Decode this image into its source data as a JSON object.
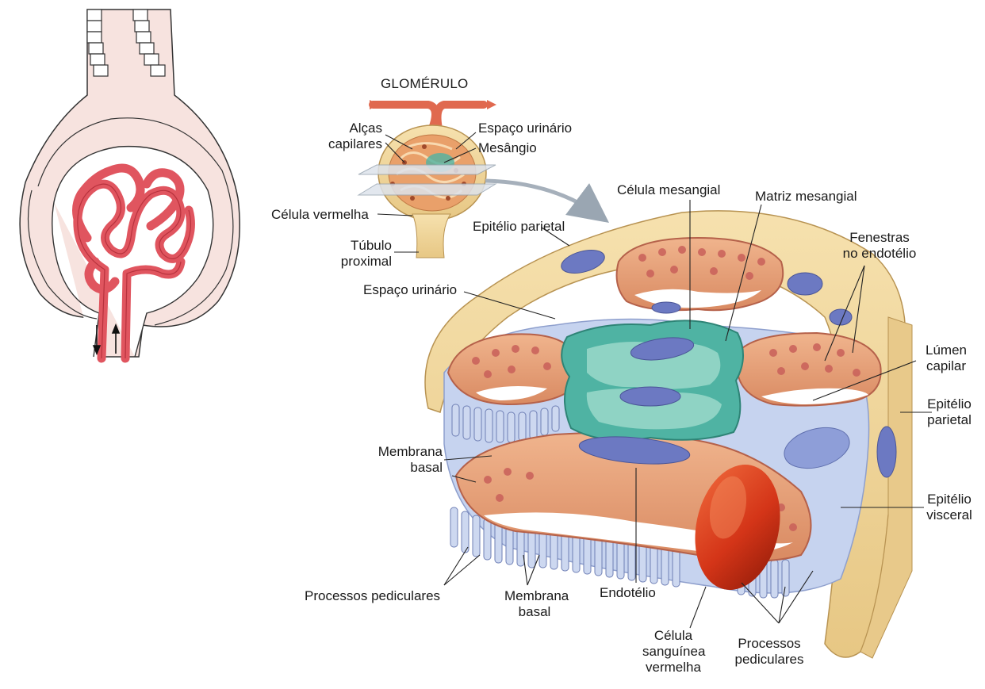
{
  "inset": {
    "title": "GLOMÉRULO",
    "labels": {
      "alcas_capilares": "Alças\ncapilares",
      "espaco_urinario_top": "Espaço urinário",
      "mesangio": "Mesângio",
      "celula_vermelha": "Célula vermelha",
      "epitelio_parietal_top": "Epitélio parietal",
      "tubulo_proximal": "Túbulo\nproximal",
      "espaco_urinario_mid": "Espaço urinário"
    }
  },
  "detail": {
    "labels": {
      "celula_mesangial": "Célula mesangial",
      "matriz_mesangial": "Matriz mesangial",
      "fenestras": "Fenestras\nno endotélio",
      "lumen_capilar": "Lúmen\ncapilar",
      "epitelio_parietal_right": "Epitélio\nparietal",
      "epitelio_visceral": "Epitélio\nvisceral",
      "membrana_basal_left": "Membrana\nbasal",
      "processos_pediculares_left": "Processos pediculares",
      "membrana_basal_bottom": "Membrana\nbasal",
      "endotelio": "Endotélio",
      "celula_sanguinea": "Célula\nsanguínea\nvermelha",
      "processos_pediculares_right": "Processos\npediculares"
    }
  },
  "colors": {
    "capsule_fill": "#f7e3df",
    "capillary": "#e0555f",
    "capillary_dark": "#b8323d",
    "tan": "#f2d9a2",
    "endothelium": "#e8a27e",
    "mesangium": "#4fb3a3",
    "nucleus": "#6c79c2",
    "podocyte": "#c6d3ef",
    "rbc": "#d93a1f"
  }
}
